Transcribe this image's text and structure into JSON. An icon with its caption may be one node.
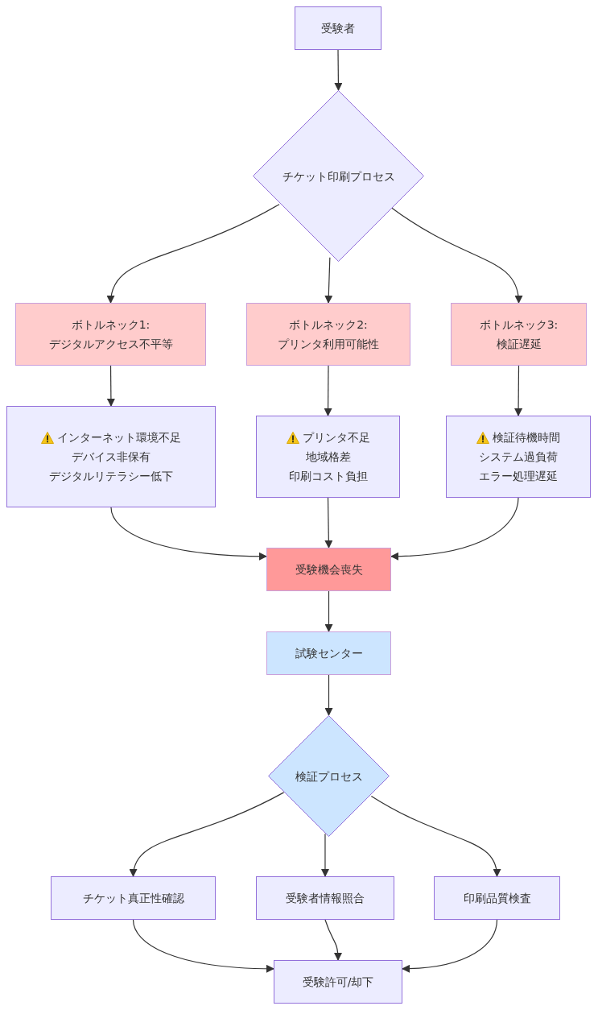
{
  "diagram": {
    "nodes": [
      {
        "text": [
          "受験者"
        ]
      },
      {
        "text": [
          "チケット印刷プロセス"
        ]
      },
      {
        "text": [
          "ボトルネック1:",
          "デジタルアクセス不平等"
        ]
      },
      {
        "text": [
          "ボトルネック2:",
          "プリンタ利用可能性"
        ]
      },
      {
        "text": [
          "ボトルネック3:",
          "検証遅延"
        ]
      },
      {
        "text": [
          "インターネット環境不足",
          "デバイス非保有",
          "デジタルリテラシー低下"
        ]
      },
      {
        "text": [
          "プリンタ不足",
          "地域格差",
          "印刷コスト負担"
        ]
      },
      {
        "text": [
          "検証待機時間",
          "システム過負荷",
          "エラー処理遅延"
        ]
      },
      {
        "text": [
          "受験機会喪失"
        ]
      },
      {
        "text": [
          "試験センター"
        ]
      },
      {
        "text": [
          "検証プロセス"
        ]
      },
      {
        "text": [
          "チケット真正性確認"
        ]
      },
      {
        "text": [
          "受験者情報照合"
        ]
      },
      {
        "text": [
          "印刷品質検査"
        ]
      },
      {
        "text": [
          "受験許可/却下"
        ]
      }
    ],
    "edges": [
      {
        "from": 0,
        "to": 1,
        "arrow": "to"
      },
      {
        "from": 1,
        "to": 2,
        "arrow": "to"
      },
      {
        "from": 1,
        "to": 3,
        "arrow": "to"
      },
      {
        "from": 1,
        "to": 4,
        "arrow": "to"
      },
      {
        "from": 2,
        "to": 5,
        "arrow": "to"
      },
      {
        "from": 3,
        "to": 6,
        "arrow": "to"
      },
      {
        "from": 4,
        "to": 7,
        "arrow": "to"
      },
      {
        "from": 5,
        "to": 8,
        "arrow": "to"
      },
      {
        "from": 6,
        "to": 8,
        "arrow": "to"
      },
      {
        "from": 7,
        "to": 8,
        "arrow": "to"
      },
      {
        "from": 8,
        "to": 9,
        "arrow": "to"
      },
      {
        "from": 9,
        "to": 10,
        "arrow": "to"
      },
      {
        "from": 10,
        "to": 11,
        "arrow": "to"
      },
      {
        "from": 10,
        "to": 12,
        "arrow": "to"
      },
      {
        "from": 10,
        "to": 13,
        "arrow": "to"
      },
      {
        "from": 11,
        "to": 14,
        "arrow": "to"
      },
      {
        "from": 12,
        "to": 14,
        "arrow": "to"
      },
      {
        "from": 13,
        "to": 14,
        "arrow": "to"
      }
    ]
  }
}
